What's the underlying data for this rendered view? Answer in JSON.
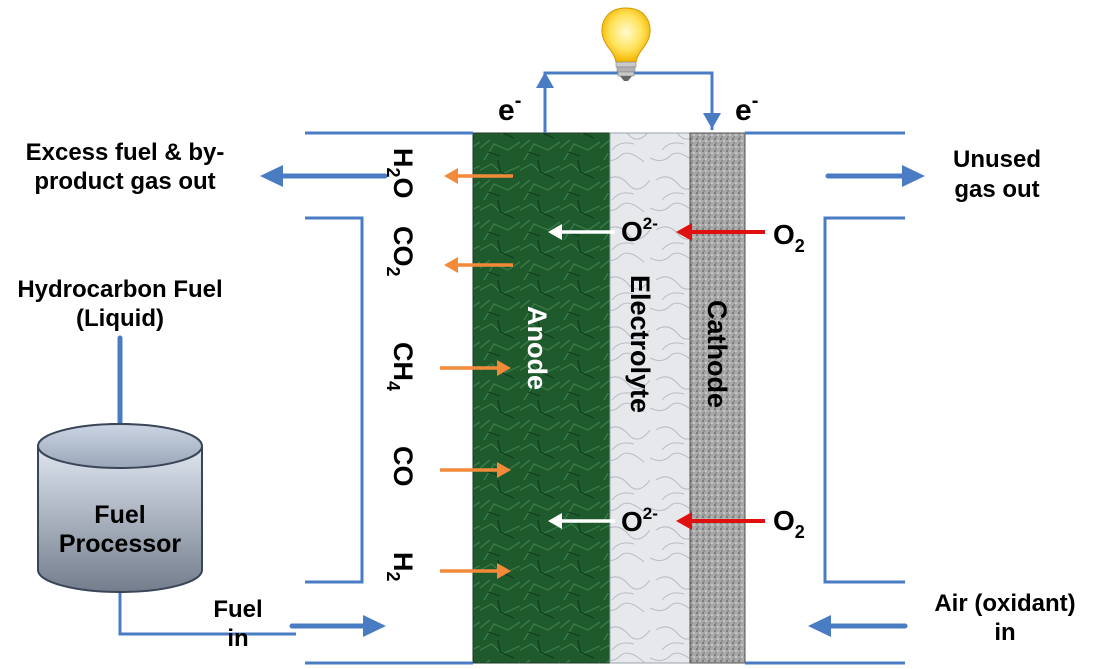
{
  "labels": {
    "excess_line1": "Excess fuel & by-",
    "excess_line2": "product gas out",
    "hydrocarbon_line1": "Hydrocarbon Fuel",
    "hydrocarbon_line2": "(Liquid)",
    "processor_line1": "Fuel",
    "processor_line2": "Processor",
    "fuel_in_line1": "Fuel",
    "fuel_in_line2": "in",
    "unused_line1": "Unused",
    "unused_line2": "gas out",
    "air_line1": "Air (oxidant)",
    "air_line2": "in",
    "electron": "e",
    "electron_sup": "-",
    "anode": "Anode",
    "electrolyte": "Electrolyte",
    "cathode": "Cathode",
    "oxide_ion": "O",
    "oxide_sup": "2-",
    "oxygen": "O",
    "oxygen_sub": "2"
  },
  "species": {
    "h2o_base": "H",
    "h2o_sub": "2",
    "h2o_rest": "O",
    "co2_base": "CO",
    "co2_sub": "2",
    "ch4_base": "CH",
    "ch4_sub": "4",
    "co": "CO",
    "h2_base": "H",
    "h2_sub": "2"
  },
  "colors": {
    "flow_arrow": "#4a7cc4",
    "anode": "#1f5a2c",
    "electrolyte": "#e4e6ea",
    "cathode": "#9a9a9a",
    "fuel_species_arrow": "#f28a3a",
    "oxygen_arrow": "#e01010",
    "ion_arrow": "#ffffff",
    "processor_top": "#cfd8e6",
    "processor_bottom": "#7e8896"
  }
}
